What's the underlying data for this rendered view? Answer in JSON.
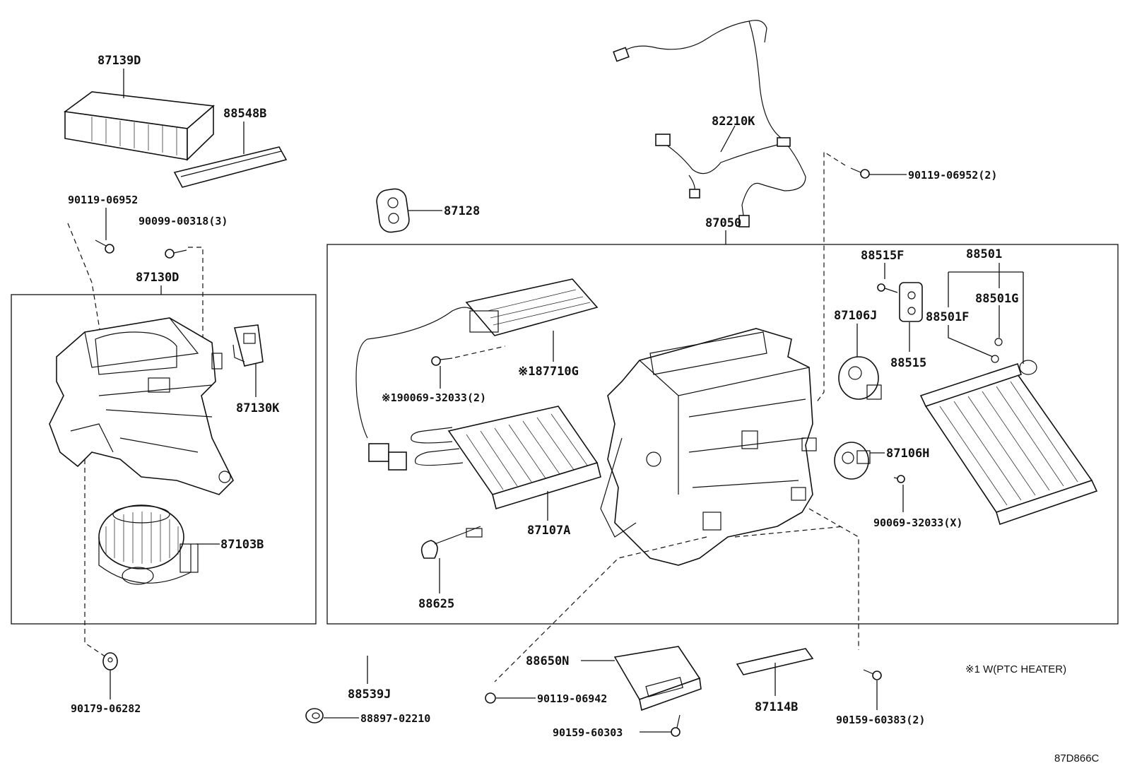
{
  "diagram": {
    "labels": {
      "p87139D": "87139D",
      "p88548B": "88548B",
      "p90119_06952": "90119-06952",
      "p90099_00318": "90099-00318(3)",
      "p87130D": "87130D",
      "p87130K": "87130K",
      "p87103B": "87103B",
      "p90179_06282": "90179-06282",
      "p87128": "87128",
      "p82210K": "82210K",
      "p90119_06952_2": "90119-06952(2)",
      "p87050": "87050",
      "p87710G": "※187710G",
      "p90069_32033_2": "※190069-32033(2)",
      "p87107A": "87107A",
      "p88625": "88625",
      "p88515F": "88515F",
      "p87106J": "87106J",
      "p88515": "88515",
      "p88501": "88501",
      "p88501G": "88501G",
      "p88501F": "88501F",
      "p87106H": "87106H",
      "p90069_32033_X": "90069-32033(X)",
      "p88539J": "88539J",
      "p88897_02210": "88897-02210",
      "p88650N": "88650N",
      "p90119_06942": "90119-06942",
      "p90159_60303": "90159-60303",
      "p87114B": "87114B",
      "p90159_60383": "90159-60383(2)"
    },
    "note": "※1 W(PTC HEATER)",
    "figure_code": "87D866C"
  }
}
